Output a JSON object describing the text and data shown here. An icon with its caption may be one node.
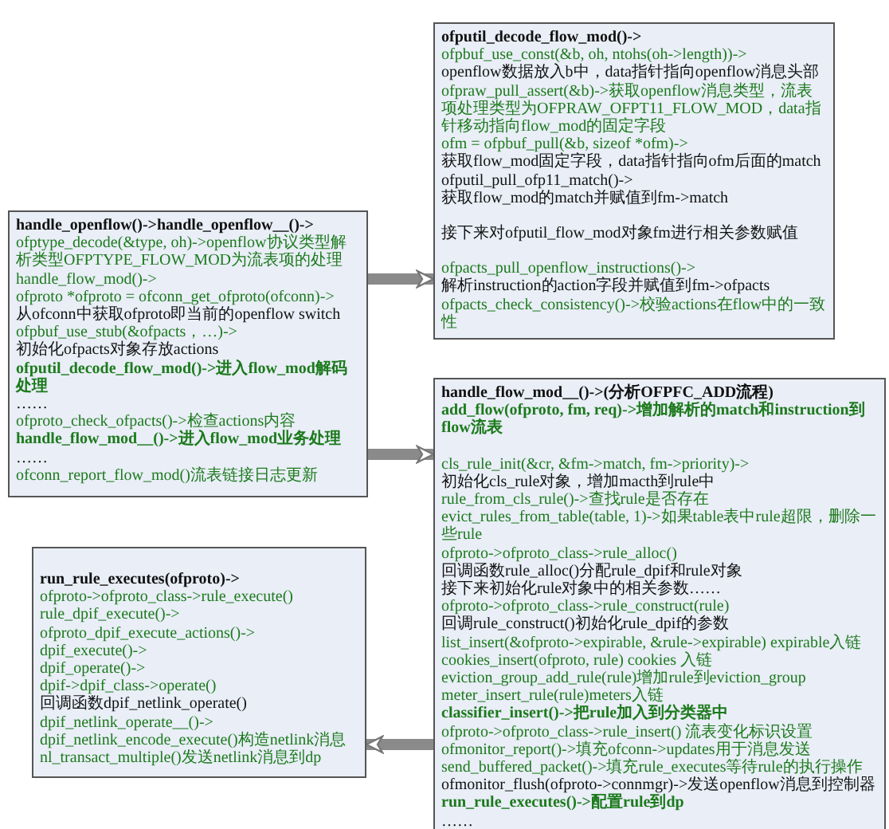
{
  "diagram": {
    "nodes": [
      {
        "text": [
          "handle_openflow()->handle_openflow__()->",
          "ofptype_decode(&type, oh)->openflow协议类型解析类型OFPTYPE_FLOW_MOD为流表项的处理",
          "handle_flow_mod()->",
          "ofproto *ofproto = ofconn_get_ofproto(ofconn)->",
          "从ofconn中获取ofproto即当前的openflow switch",
          "ofpbuf_use_stub(&ofpacts，…)->",
          "初始化ofpacts对象存放actions",
          "ofputil_decode_flow_mod()->进入flow_mod解码处理",
          "……",
          "ofproto_check_ofpacts()->检查actions内容",
          "handle_flow_mod__()->进入flow_mod业务处理",
          "……",
          "ofconn_report_flow_mod()流表链接日志更新"
        ]
      },
      {
        "text": [
          "ofputil_decode_flow_mod()->",
          "ofpbuf_use_const(&b, oh, ntohs(oh->length))->",
          "openflow数据放入b中，data指针指向openflow消息头部",
          "ofpraw_pull_assert(&b)->获取openflow消息类型，流表项处理类型为OFPRAW_OFPT11_FLOW_MOD，data指针移动指向flow_mod的固定字段",
          "ofm = ofpbuf_pull(&b, sizeof *ofm)->",
          "获取flow_mod固定字段，data指针指向ofm后面的match",
          "ofputil_pull_ofp11_match()->",
          "获取flow_mod的match并赋值到fm->match",
          "接下来对ofputil_flow_mod对象fm进行相关参数赋值",
          "ofpacts_pull_openflow_instructions()->",
          "解析instruction的action字段并赋值到fm->ofpacts",
          "ofpacts_check_consistency()->校验actions在flow中的一致性"
        ]
      },
      {
        "text": [
          "handle_flow_mod__()->(分析OFPFC_ADD流程)",
          "add_flow(ofproto, fm, req)->增加解析的match和instruction到flow流表",
          "cls_rule_init(&cr, &fm->match, fm->priority)->",
          "初始化cls_rule对象，增加macth到rule中",
          "rule_from_cls_rule()->查找rule是否存在",
          "evict_rules_from_table(table, 1)->如果table表中rule超限，删除一些rule",
          "ofproto->ofproto_class->rule_alloc()",
          "回调函数rule_alloc()分配rule_dpif和rule对象",
          "接下来初始化rule对象中的相关参数……",
          "ofproto->ofproto_class->rule_construct(rule)",
          "回调rule_construct()初始化rule_dpif的参数",
          "list_insert(&ofproto->expirable, &rule->expirable) expirable入链",
          "cookies_insert(ofproto, rule) cookies 入链",
          "eviction_group_add_rule(rule)增加rule到eviction_group",
          "meter_insert_rule(rule)meters入链",
          "classifier_insert()->把rule加入到分类器中",
          "ofproto->ofproto_class->rule_insert() 流表变化标识设置",
          "ofmonitor_report()->填充ofconn->updates用于消息发送",
          "send_buffered_packet()->填充rule_executes等待rule的执行操作",
          "ofmonitor_flush(ofproto->connmgr)->发送openflow消息到控制器",
          "run_rule_executes()->配置rule到dp",
          "……"
        ]
      },
      {
        "text": [
          "run_rule_executes(ofproto)->",
          "ofproto->ofproto_class->rule_execute()",
          "rule_dpif_execute()->",
          "ofproto_dpif_execute_actions()->",
          "dpif_execute()->",
          "dpif_operate()->",
          "dpif->dpif_class->operate()",
          "回调函数dpif_netlink_operate()",
          "dpif_netlink_operate__()->",
          "dpif_netlink_encode_execute()构造netlink消息",
          "nl_transact_multiple()发送netlink消息到dp"
        ]
      }
    ],
    "edges": [
      {
        "from": 0,
        "to": 1,
        "arrow": "to"
      },
      {
        "from": 0,
        "to": 2,
        "arrow": "to"
      },
      {
        "from": 2,
        "to": 3,
        "arrow": "to"
      }
    ]
  }
}
